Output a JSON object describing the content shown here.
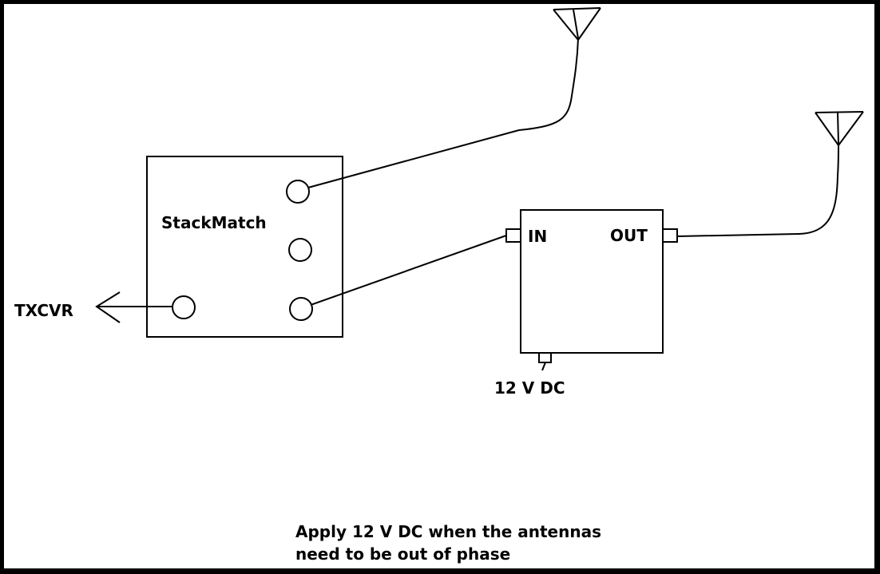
{
  "diagram": {
    "stackmatch_label": "StackMatch",
    "transceiver_label": "TXCVR",
    "phaser_in_label": "IN",
    "phaser_out_label": "OUT",
    "power_label": "12 V DC",
    "note_line1": "Apply 12 V DC when the antennas",
    "note_line2": "need to be out of phase"
  },
  "colors": {
    "frame": "#000000",
    "paper": "#ffffff",
    "ink": "#000000"
  }
}
